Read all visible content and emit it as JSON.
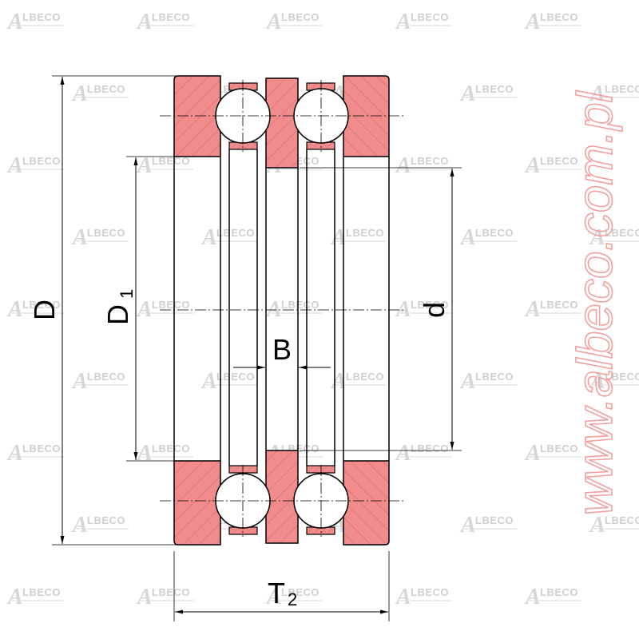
{
  "watermark": {
    "text": "LBECO",
    "initial": "A"
  },
  "website": "www.albeco.com.pl",
  "labels": {
    "outer_diameter": "D",
    "housing_bore": "D",
    "housing_bore_sub": "1",
    "bore": "d",
    "washer_width": "B",
    "height": "T",
    "height_sub": "2"
  },
  "colors": {
    "section_fill": "#f28c8c",
    "outline": "#000000",
    "watermark": "#cfcfcf",
    "website": "#f2a0a0"
  }
}
